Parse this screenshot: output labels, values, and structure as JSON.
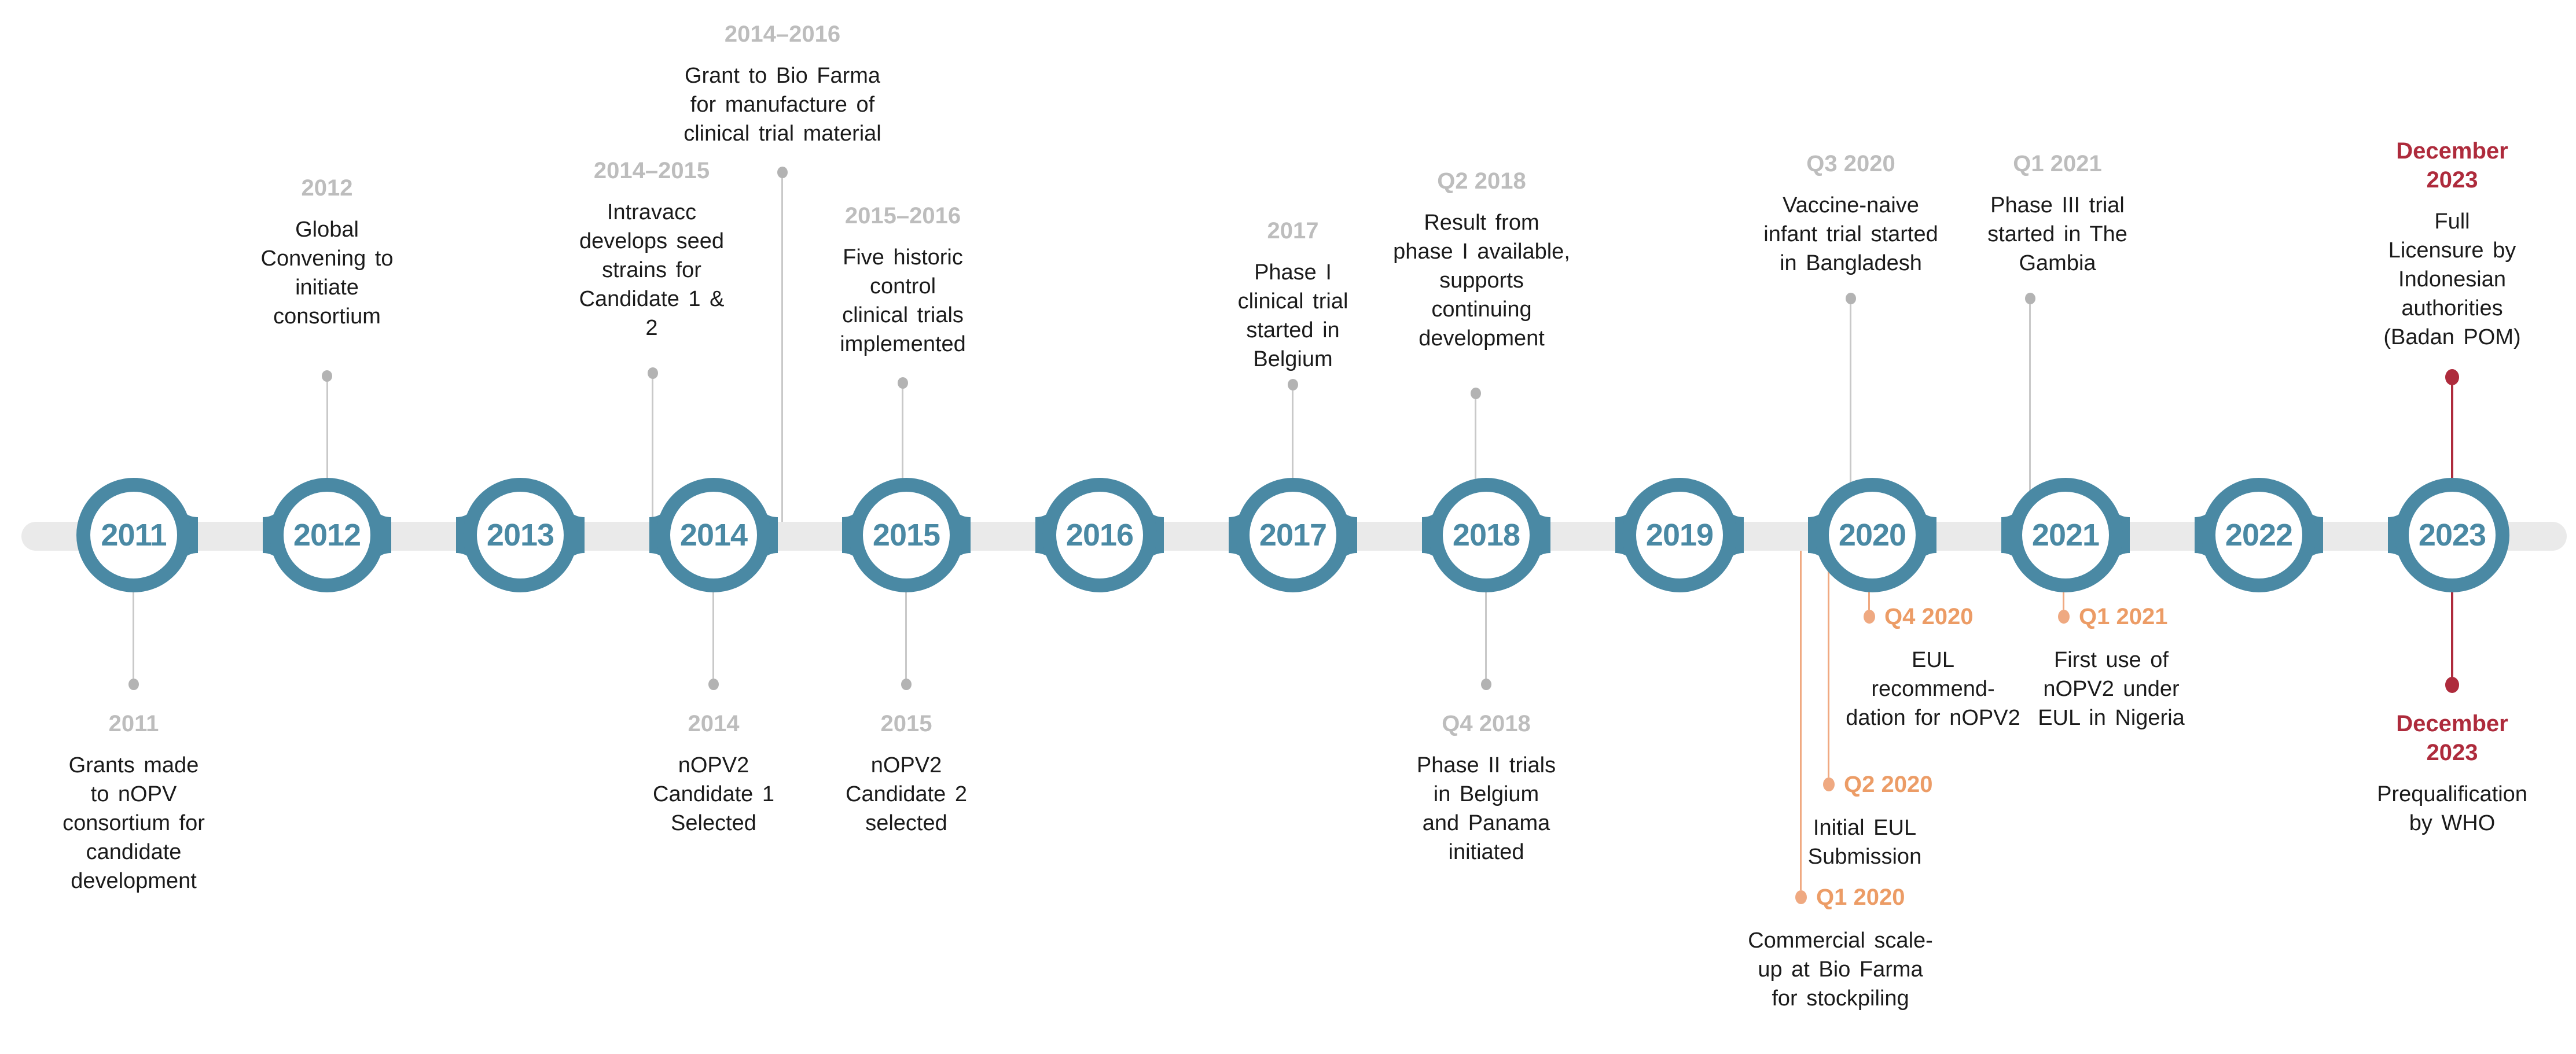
{
  "colors": {
    "teal": "#4A89A4",
    "band_gray": "#EAEAEA",
    "connector_gray": "#C9C9C9",
    "dot_gray": "#B3B3B3",
    "heading_gray": "#BDBDBD",
    "body_text": "#1B1B1B",
    "orange": "#EC9C66",
    "orange_line": "#F0A981",
    "red": "#AE2B3C"
  },
  "timeline": {
    "years": [
      "2011",
      "2012",
      "2013",
      "2014",
      "2015",
      "2016",
      "2017",
      "2018",
      "2019",
      "2020",
      "2021",
      "2022",
      "2023"
    ]
  },
  "above": [
    {
      "heading": "2012",
      "body": "Global\nConvening to\ninitiate\nconsortium"
    },
    {
      "heading": "2014–2015",
      "body": "Intravacc\ndevelops seed\nstrains for\nCandidate 1 &\n2"
    },
    {
      "heading": "2014–2016",
      "body": "Grant to Bio Farma\nfor manufacture of\nclinical trial material"
    },
    {
      "heading": "2015–2016",
      "body": "Five historic\ncontrol\nclinical trials\nimplemented"
    },
    {
      "heading": "2017",
      "body": "Phase I\nclinical trial\nstarted in\nBelgium"
    },
    {
      "heading": "Q2 2018",
      "body": "Result from\nphase I available,\nsupports\ncontinuing\ndevelopment"
    },
    {
      "heading": "Q3 2020",
      "body": "Vaccine-naive\ninfant trial started\nin Bangladesh"
    },
    {
      "heading": "Q1 2021",
      "body": "Phase III trial\nstarted in The\nGambia"
    },
    {
      "heading": "December\n2023",
      "body": "Full\nLicensure by\nIndonesian\nauthorities\n(Badan POM)"
    }
  ],
  "below": [
    {
      "heading": "2011",
      "body": "Grants made\nto nOPV\nconsortium for\ncandidate\ndevelopment"
    },
    {
      "heading": "2014",
      "body": "nOPV2\nCandidate 1\nSelected"
    },
    {
      "heading": "2015",
      "body": "nOPV2\nCandidate 2\nselected"
    },
    {
      "heading": "Q4 2018",
      "body": "Phase II trials\nin Belgium\nand Panama\ninitiated"
    },
    {
      "heading": "December\n2023",
      "body": "Prequalification\nby WHO"
    }
  ],
  "orange": [
    {
      "label": "Q1 2020",
      "body": "Commercial scale-\nup at Bio Farma\nfor stockpiling"
    },
    {
      "label": "Q2 2020",
      "body": "Initial EUL\nSubmission"
    },
    {
      "label": "Q4 2020",
      "body": "EUL\nrecommend-\ndation for nOPV2"
    },
    {
      "label": "Q1 2021",
      "body": "First use of\nnOPV2 under\nEUL in Nigeria"
    }
  ]
}
